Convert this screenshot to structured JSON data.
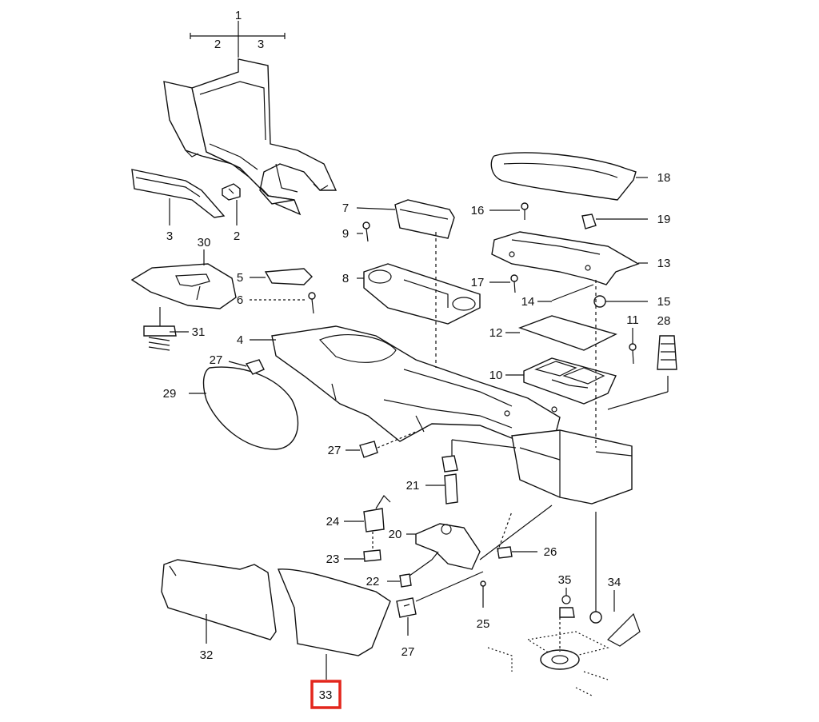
{
  "diagram": {
    "labels": {
      "l1": "1",
      "l2": "2",
      "l3": "3",
      "l2b": "2",
      "l3b": "3",
      "l4": "4",
      "l5": "5",
      "l6": "6",
      "l7": "7",
      "l8": "8",
      "l9": "9",
      "l10": "10",
      "l11": "11",
      "l12": "12",
      "l13": "13",
      "l14": "14",
      "l15": "15",
      "l16": "16",
      "l17": "17",
      "l18": "18",
      "l19": "19",
      "l20": "20",
      "l21": "21",
      "l22": "22",
      "l23": "23",
      "l24": "24",
      "l25": "25",
      "l26": "26",
      "l27a": "27",
      "l27b": "27",
      "l27c": "27",
      "l28": "28",
      "l29": "29",
      "l30": "30",
      "l31": "31",
      "l32": "32",
      "l33": "33",
      "l34": "34",
      "l35": "35"
    },
    "highlight_color": "#e3261c"
  }
}
